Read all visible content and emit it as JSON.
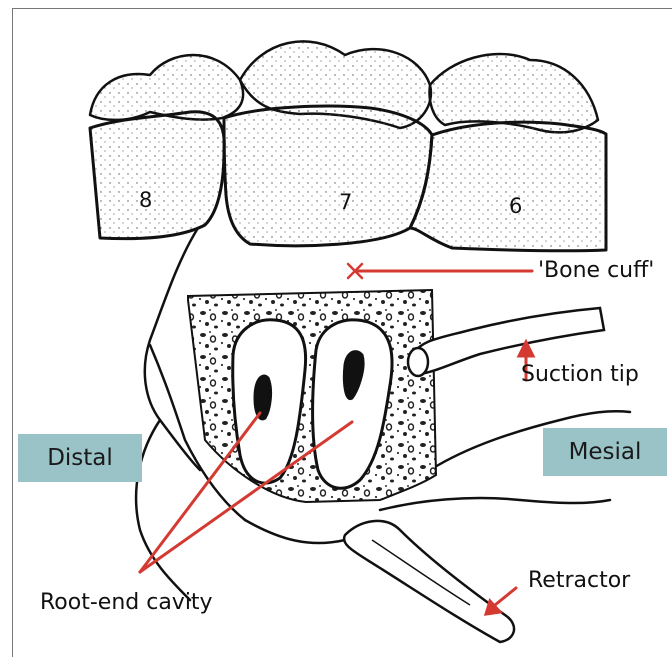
{
  "teeth": {
    "t8": "8",
    "t7": "7",
    "t6": "6"
  },
  "labels": {
    "bone_cuff": "'Bone cuff'",
    "suction_tip": "Suction tip",
    "distal": "Distal",
    "mesial": "Mesial",
    "retractor": "Retractor",
    "root_end_cavity": "Root-end cavity"
  },
  "colors": {
    "arrow": "#d43a32",
    "label_box": "#99c3c7",
    "ink": "#111111"
  }
}
